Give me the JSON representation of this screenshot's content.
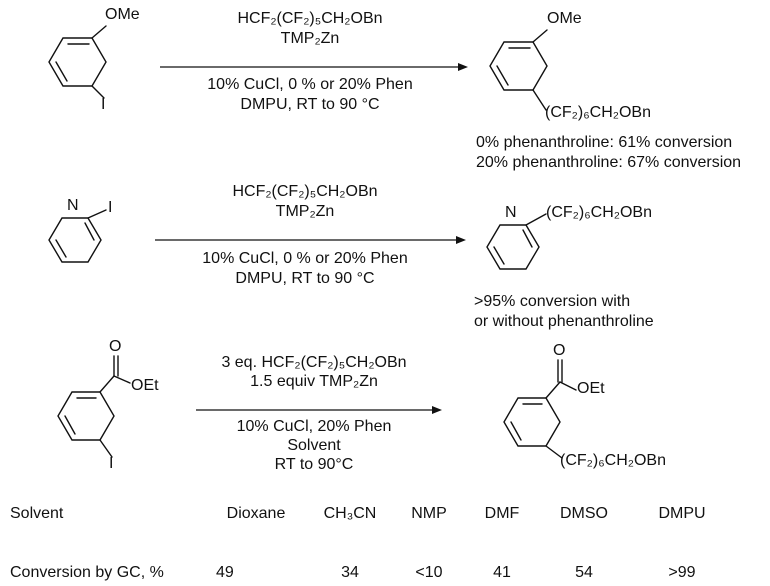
{
  "scheme1": {
    "reactant_label_ome": "OMe",
    "reactant_label_i": "I",
    "reagent_line1": "HCF₂(CF₂)₅CH₂OBn",
    "reagent_line2": "TMP₂Zn",
    "cond_line1": "10% CuCl, 0 % or 20% Phen",
    "cond_line2": "DMPU, RT to 90 °C",
    "product_label_ome": "OMe",
    "product_label_chain": "(CF₂)₆CH₂OBn",
    "result_line1": "0% phenanthroline: 61% conversion",
    "result_line2": "20% phenanthroline: 67% conversion"
  },
  "scheme2": {
    "reactant_label_n": "N",
    "reactant_label_i": "I",
    "reagent_line1": "HCF₂(CF₂)₅CH₂OBn",
    "reagent_line2": "TMP₂Zn",
    "cond_line1": "10% CuCl, 0 % or 20% Phen",
    "cond_line2": "DMPU, RT to 90 °C",
    "product_label_n": "N",
    "product_label_chain": "(CF₂)₆CH₂OBn",
    "result_line1": ">95% conversion with",
    "result_line2": "or without phenanthroline"
  },
  "scheme3": {
    "reactant_label_o": "O",
    "reactant_label_oet": "OEt",
    "reactant_label_i": "I",
    "reagent_line1": "3 eq. HCF₂(CF₂)₅CH₂OBn",
    "reagent_line2": "1.5 equiv TMP₂Zn",
    "cond_line1": "10% CuCl, 20% Phen",
    "cond_line2": "Solvent",
    "cond_line3": "RT to 90°C",
    "product_label_o": "O",
    "product_label_oet": "OEt",
    "product_label_chain": "(CF₂)₆CH₂OBn"
  },
  "table": {
    "row1_header": "Solvent",
    "row2_header": "Conversion by GC, %",
    "solvents": [
      "Dioxane",
      "CH₃CN",
      "NMP",
      "DMF",
      "DMSO",
      "DMPU"
    ],
    "conversions": [
      "49",
      "34",
      "<10",
      "41",
      "54",
      ">99"
    ]
  }
}
